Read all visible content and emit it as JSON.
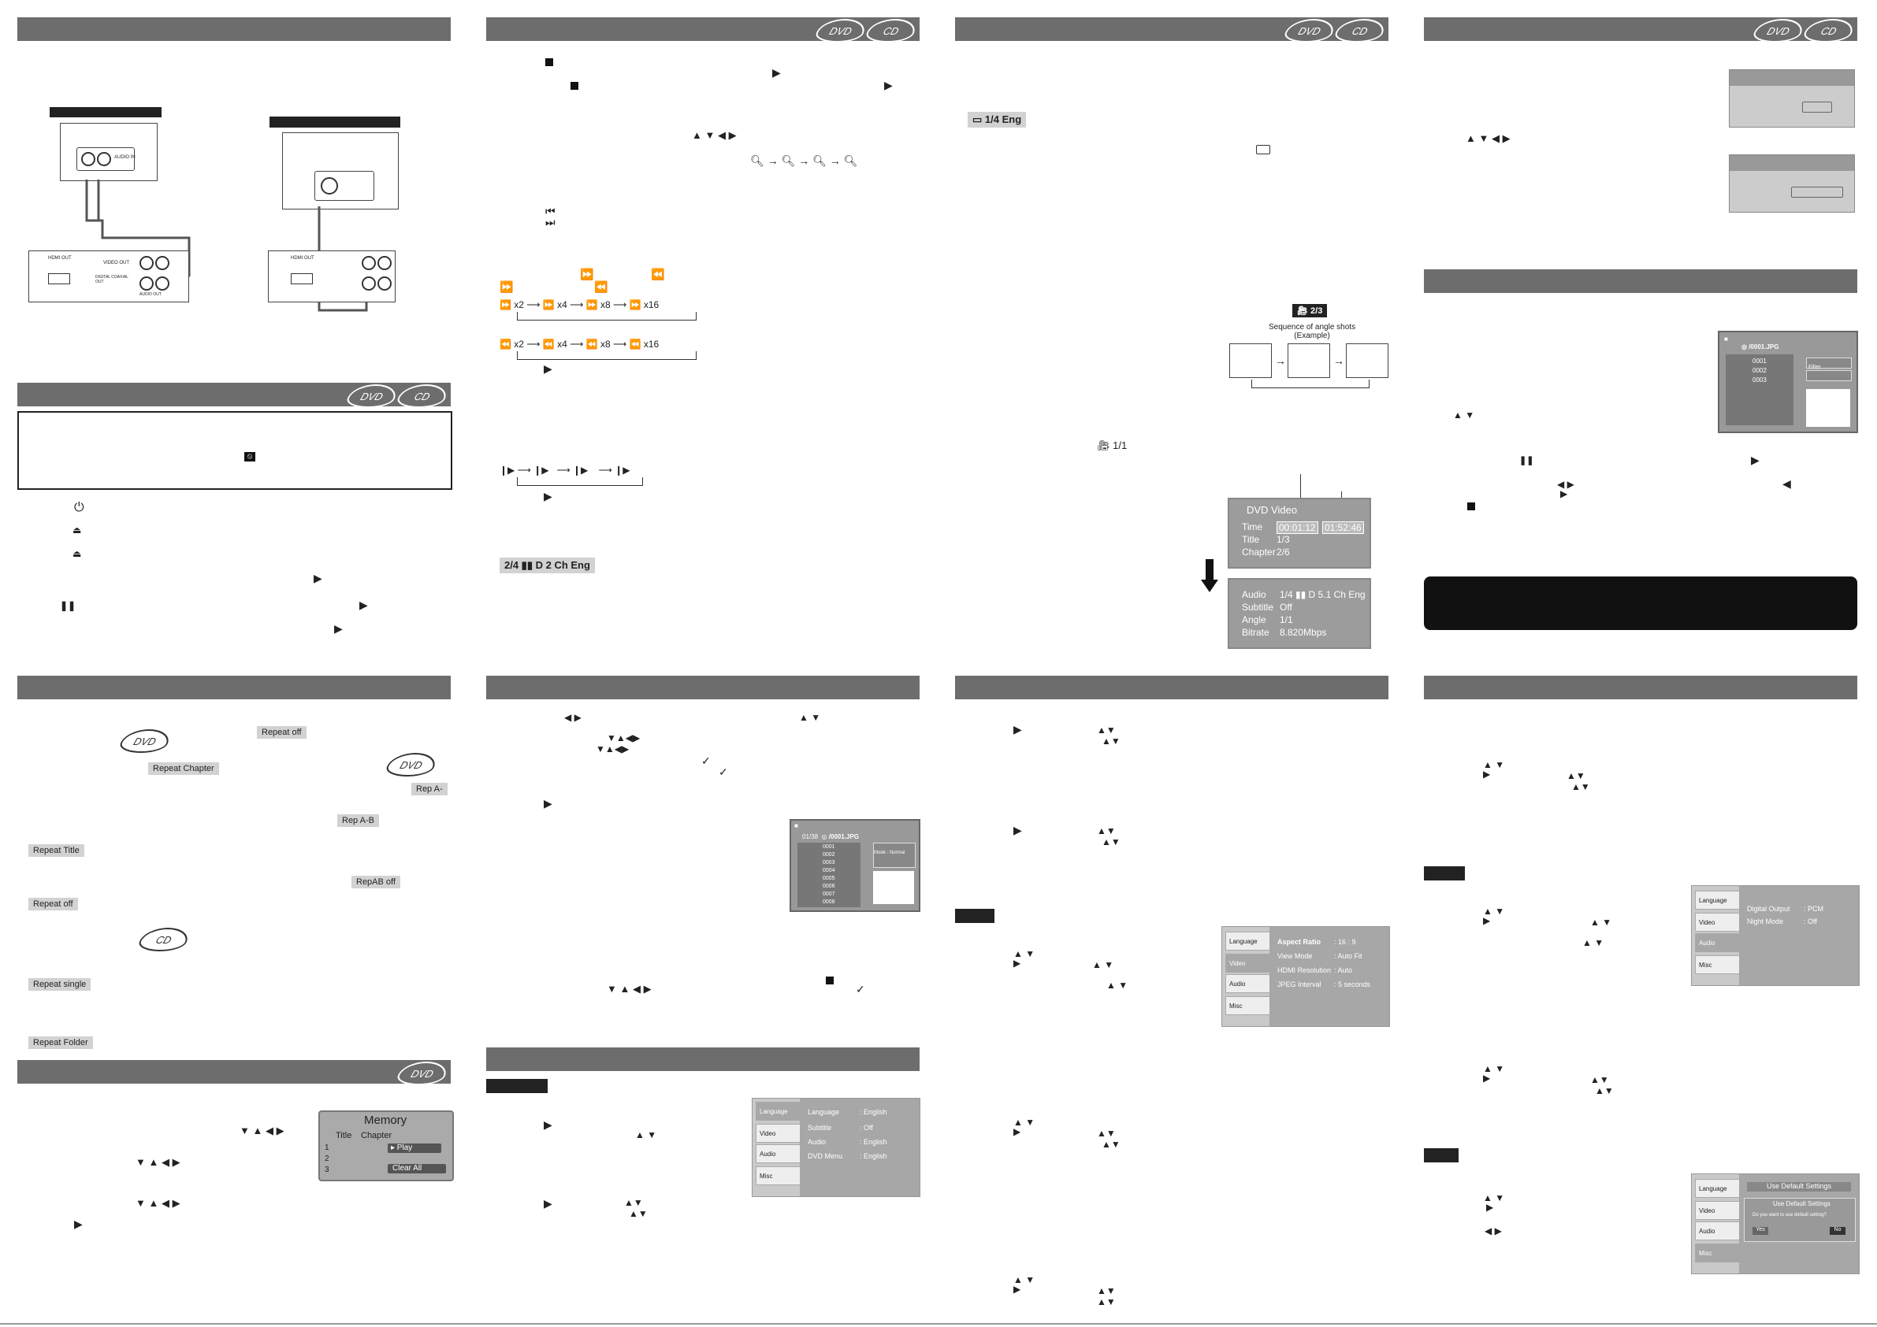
{
  "logos": {
    "dvd": "DVD",
    "cd": "CD"
  },
  "icons": {
    "power": "power-icon",
    "eject": "eject-icon",
    "pause": "pause-icon",
    "stop": "stop-icon",
    "play": "play-icon"
  },
  "subtitle_pill": "1/4 Eng",
  "angle_pill": "2/3",
  "angle_caption": "Sequence of angle shots\n(Example)",
  "angle_small": "1/1",
  "audio_pill": "2/4 ▮▮ D 2 Ch Eng",
  "ff_seq": [
    "x2",
    "x4",
    "x8",
    "x16"
  ],
  "rw_seq": [
    "x2",
    "x4",
    "x8",
    "x16"
  ],
  "osd1": {
    "title": "DVD Video",
    "rows": [
      [
        "Time",
        "00:01:12",
        "01:52:46"
      ],
      [
        "Title",
        "1/3"
      ],
      [
        "Chapter",
        "2/6"
      ]
    ]
  },
  "osd2": {
    "rows": [
      [
        "Audio",
        "1/4 ▮▮ D 5.1 Ch Eng"
      ],
      [
        "Subtitle",
        "Off"
      ],
      [
        "Angle",
        "1/1"
      ],
      [
        "Bitrate",
        "8.820Mbps"
      ]
    ]
  },
  "repeat": {
    "off": "Repeat    off",
    "chapter": "Repeat    Chapter",
    "rep_a": "Rep   A-",
    "rep_ab": "Rep   A-B",
    "title": "Repeat    Title",
    "repab_off": "RepAB    off",
    "off2": "Repeat    off",
    "single": "Repeat    single",
    "folder": "Repeat Folder"
  },
  "memory": {
    "title": "Memory",
    "col1": "Title",
    "col2": "Chapter",
    "rows": [
      "1",
      "2",
      "3"
    ],
    "play": "▸ Play",
    "clear": "Clear All"
  },
  "file1": {
    "path": "/0001.JPG",
    "items": [
      "0001",
      "0002",
      "0003"
    ],
    "side": [
      "Filter",
      "",
      ""
    ]
  },
  "file2": {
    "count": "01/38",
    "path": "/0001.JPG",
    "items": [
      "0001",
      "0002",
      "0003",
      "0004",
      "0005",
      "0006",
      "0007",
      "0008"
    ],
    "mode": "Mode : Normal"
  },
  "setup_lang": {
    "tabs": [
      "Language",
      "Video",
      "Audio",
      "Misc"
    ],
    "rows": [
      [
        "Language",
        ": English"
      ],
      [
        "Subtitle",
        ": Off"
      ],
      [
        "Audio",
        ": English"
      ],
      [
        "DVD Menu",
        ": English"
      ]
    ]
  },
  "setup_video": {
    "tabs": [
      "Language",
      "Video",
      "Audio",
      "Misc"
    ],
    "rows": [
      [
        "Aspect Ratio",
        ": 16 : 9"
      ],
      [
        "View Mode",
        ": Auto Fit"
      ],
      [
        "HDMI Resolution",
        ": Auto"
      ],
      [
        "JPEG Interval",
        ": 5 seconds"
      ]
    ]
  },
  "setup_audio": {
    "tabs": [
      "Language",
      "Video",
      "Audio",
      "Misc"
    ],
    "rows": [
      [
        "Digital Output",
        ": PCM"
      ],
      [
        "Night Mode",
        ": Off"
      ]
    ]
  },
  "setup_misc": {
    "tabs": [
      "Language",
      "Video",
      "Audio",
      "Misc"
    ],
    "header": "Use Default Settings",
    "dlg_title": "Use Default Settings",
    "dlg_msg": "Do you want to use default setting?",
    "yes": "Yes",
    "no": "No"
  },
  "connection": {
    "audio_in": "AUDIO IN",
    "hdmi_out": "HDMI OUT",
    "video_out": "VIDEO OUT",
    "digital": "DIGITAL COAXIAL OUT",
    "audio_out": "AUDIO OUT"
  }
}
